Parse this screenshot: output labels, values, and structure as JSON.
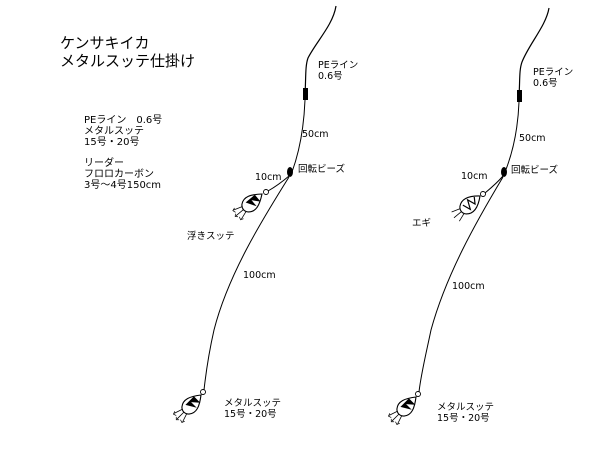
{
  "title_lines": [
    "ケンサキイカ",
    "メタルスッテ仕掛け"
  ],
  "specs": {
    "main_line_lines": [
      "PEライン　0.6号",
      "メタルスッテ",
      "15号・20号"
    ],
    "leader_lines": [
      "リーダー",
      "フロロカーボン",
      "3号～4号150cm"
    ]
  },
  "left_rig": {
    "pe_line_lines": [
      "PEライン",
      "0.6号"
    ],
    "length_top": "50cm",
    "swivel_label": "回転ビーズ",
    "branch_length": "10cm",
    "branch_lure": "浮きスッテ",
    "length_main": "100cm",
    "sinker_lines": [
      "メタルスッテ",
      "15号・20号"
    ]
  },
  "right_rig": {
    "pe_line_lines": [
      "PEライン",
      "0.6号"
    ],
    "length_top": "50cm",
    "swivel_label": "回転ビーズ",
    "branch_length": "10cm",
    "branch_lure": "エギ",
    "length_main": "100cm",
    "sinker_lines": [
      "メタルスッテ",
      "15号・20号"
    ]
  },
  "colors": {
    "line": "#000000",
    "background": "#ffffff"
  }
}
